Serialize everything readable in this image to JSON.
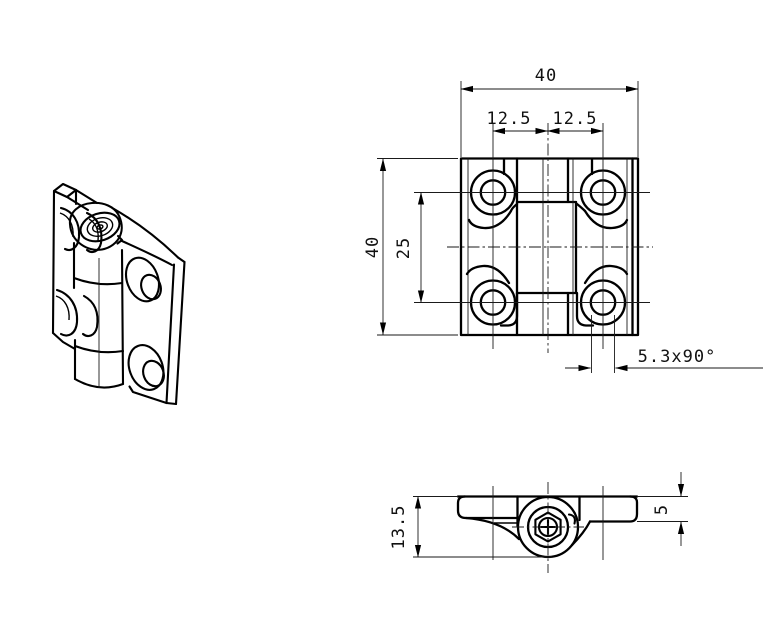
{
  "drawing": {
    "dimensions": {
      "plate_width": "40",
      "hole_offset_left": "12.5",
      "hole_offset_right": "12.5",
      "plate_height": "40",
      "hole_row_spacing": "25",
      "countersink": "5.3x90°",
      "closed_depth": "13.5",
      "leaf_thickness": "5"
    },
    "colors": {
      "line": "#000000",
      "background": "#ffffff"
    }
  }
}
